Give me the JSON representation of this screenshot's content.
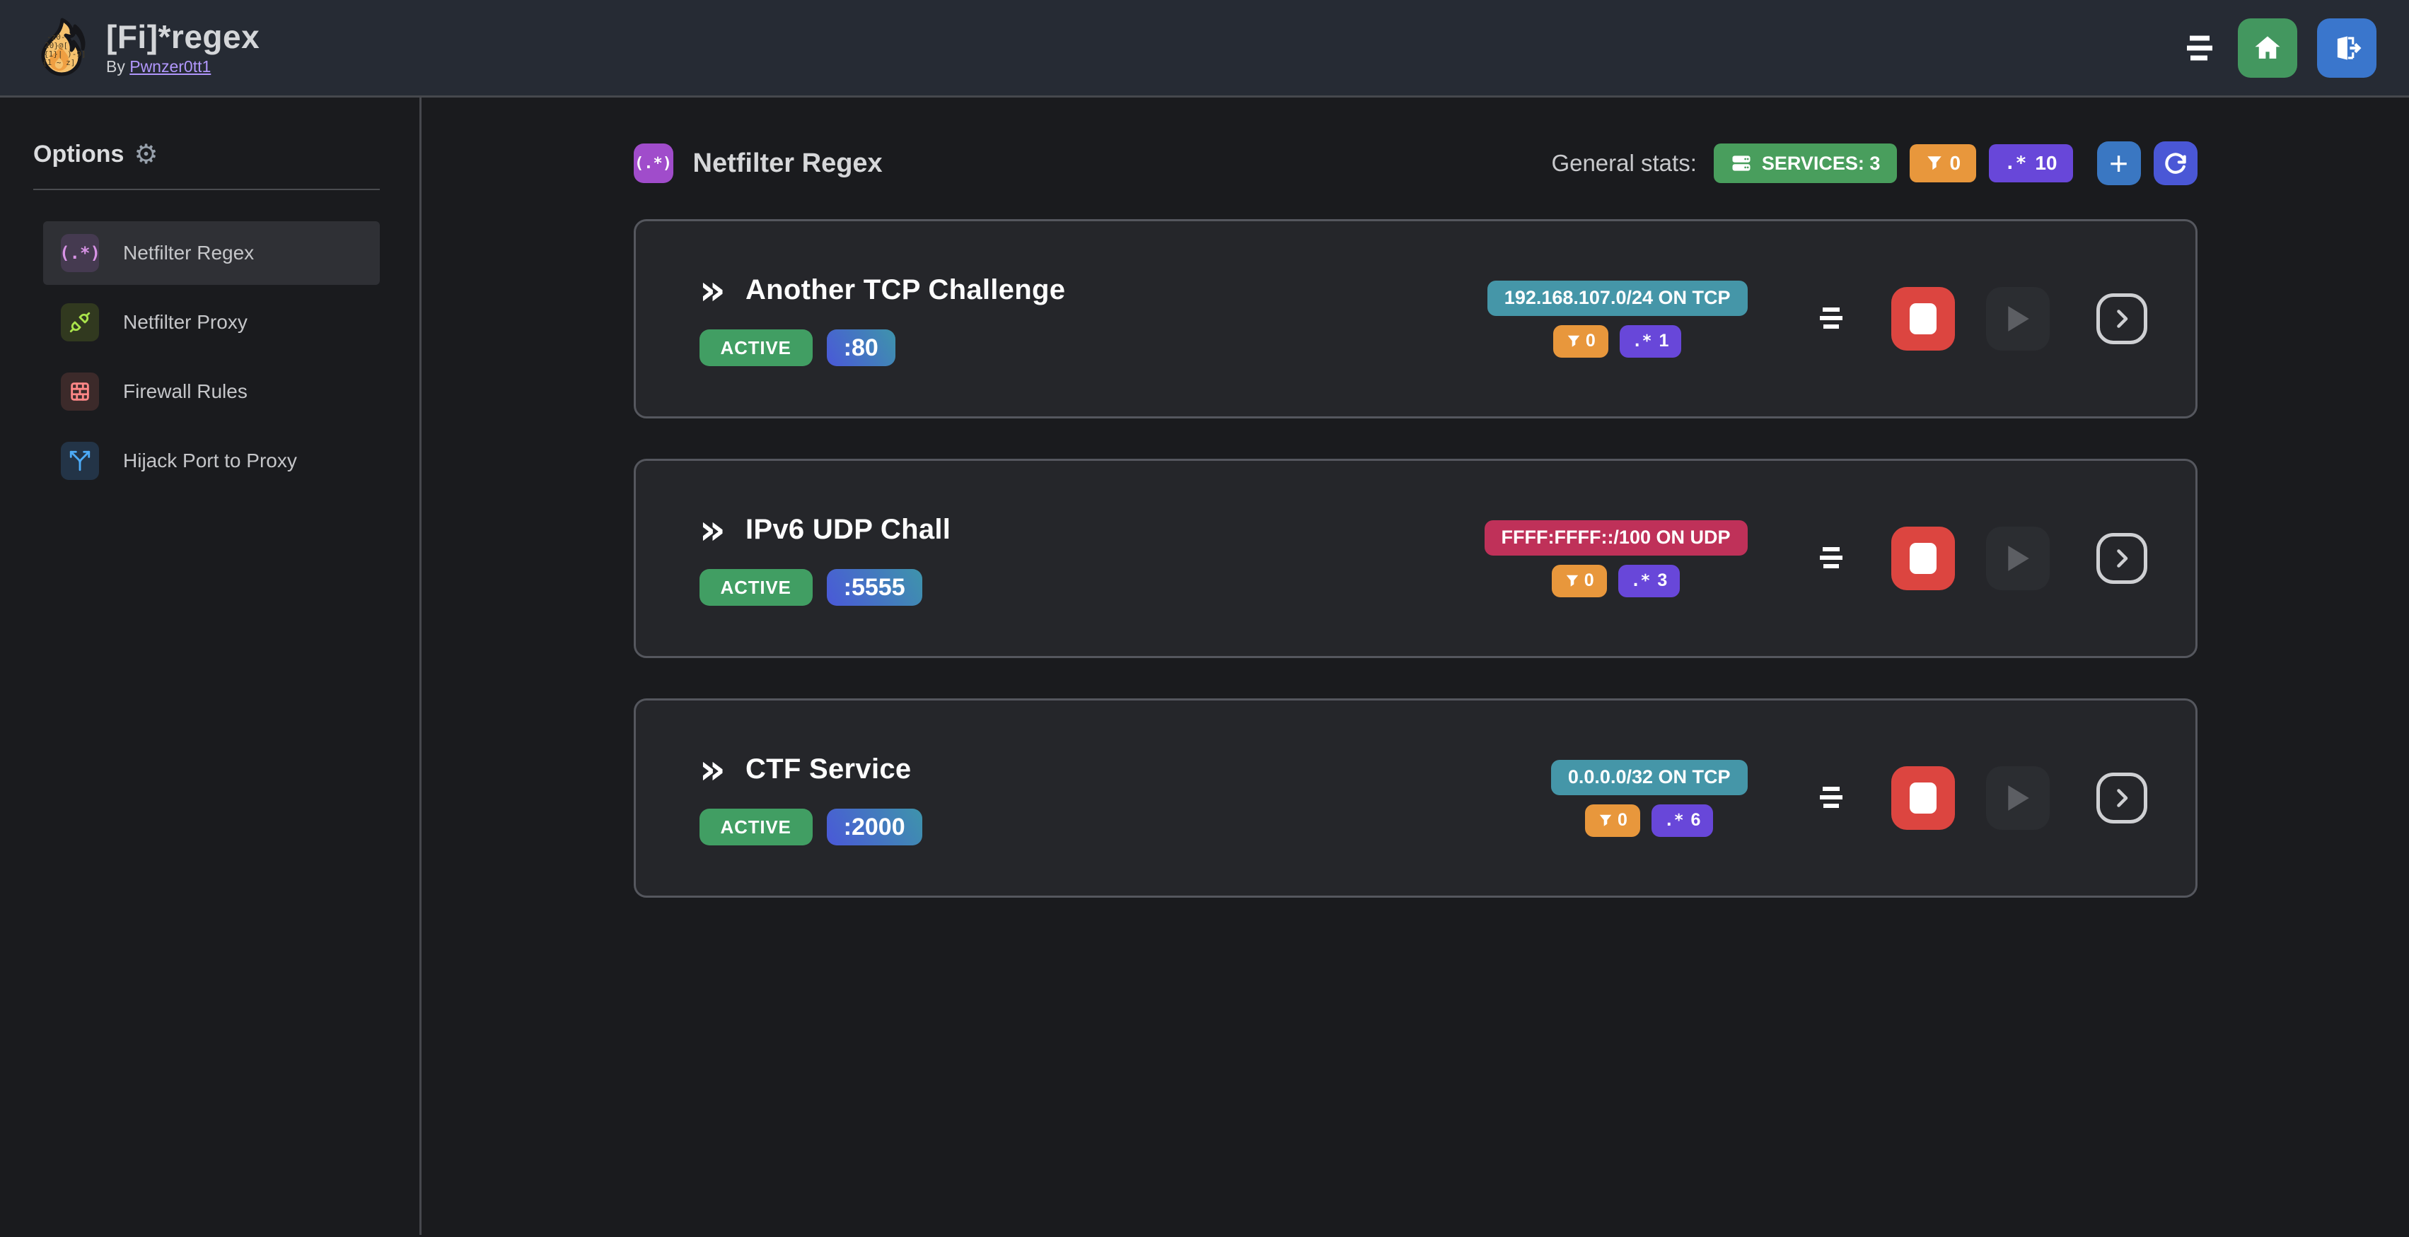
{
  "navbar": {
    "title": "[Fi]*regex",
    "byline_prefix": "By ",
    "author_link": "Pwnzer0tt1"
  },
  "logo": {
    "line1": "-z0-",
    "line2": "20}@[",
    "line3": "{1}| )-9]",
    "line4": "{1    ~ z]"
  },
  "icons": {
    "regex_paren": "(.*)",
    "regex_dotstar": ".*",
    "double_chevron": "»",
    "gear": "⚙",
    "plus": "+"
  },
  "sidebar": {
    "header": "Options",
    "items": [
      {
        "label": "Netfilter Regex"
      },
      {
        "label": "Netfilter Proxy"
      },
      {
        "label": "Firewall Rules"
      },
      {
        "label": "Hijack Port to Proxy"
      }
    ]
  },
  "main": {
    "section_title": "Netfilter Regex",
    "stats_label": "General stats:",
    "services_badge": "SERVICES: 3",
    "filters_count": "0",
    "regexes_count": "10"
  },
  "services": [
    {
      "name": "Another TCP Challenge",
      "status": "ACTIVE",
      "port": ":80",
      "address": "192.168.107.0/24 ON TCP",
      "filters": "0",
      "regexes": "1"
    },
    {
      "name": "IPv6 UDP Chall",
      "status": "ACTIVE",
      "port": ":5555",
      "address": "FFFF:FFFF::/100 ON UDP",
      "filters": "0",
      "regexes": "3"
    },
    {
      "name": "CTF Service",
      "status": "ACTIVE",
      "port": ":2000",
      "address": "0.0.0.0/32 ON TCP",
      "filters": "0",
      "regexes": "6"
    }
  ],
  "colors": {
    "navbar_bg": "#262b34",
    "page_bg": "#1a1b1e",
    "card_bg": "#25262a",
    "card_border": "#55575e",
    "green": "#499e5d",
    "orange": "#e8973c",
    "violet": "#6847d9",
    "teal": "#4596a8",
    "pink": "#bf3159",
    "red": "#dc4540",
    "blue": "#3a77c2",
    "indigo": "#4a57d6",
    "home_green": "#43975f",
    "logout_blue": "#3a76cc",
    "link_purple": "#b197fc",
    "section_purple": "#a04ccb"
  }
}
